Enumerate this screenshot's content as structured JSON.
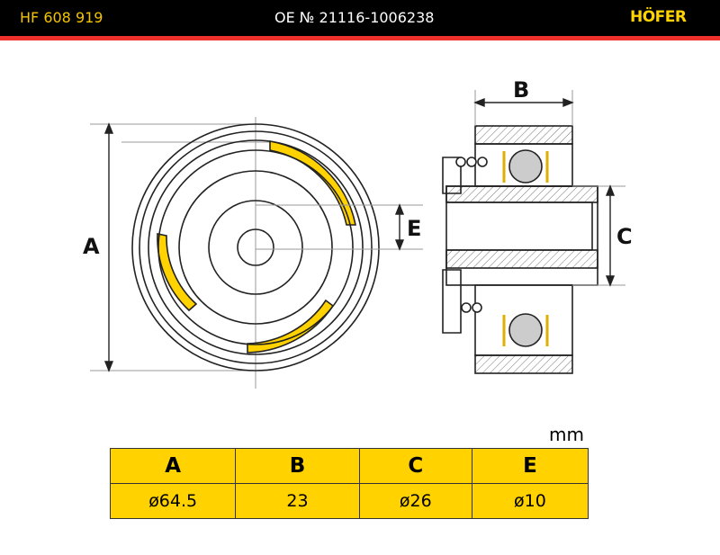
{
  "header": {
    "part_number": "HF 608 919",
    "oe_number": "OE № 21116-1006238",
    "brand": "HÖFER"
  },
  "drawing": {
    "labels": {
      "A": "A",
      "B": "B",
      "C": "C",
      "E": "E"
    }
  },
  "table": {
    "unit": "mm",
    "headers": [
      "A",
      "B",
      "C",
      "E"
    ],
    "values": [
      "ø64.5",
      "23",
      "ø26",
      "ø10"
    ]
  },
  "colors": {
    "accent": "#ffd200",
    "stripe": "#f0302a"
  }
}
